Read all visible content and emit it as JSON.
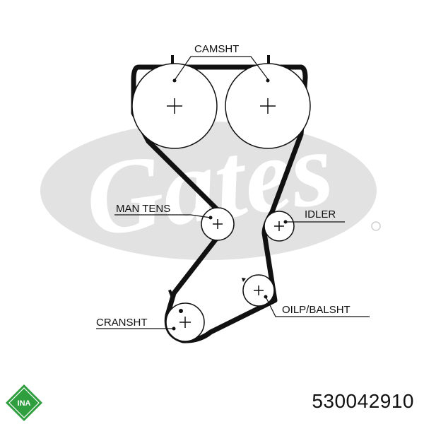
{
  "diagram": {
    "labels": {
      "camshaft": "CAMSHT",
      "manual_tensioner": "MAN TENS",
      "idler": "IDLER",
      "crankshaft": "CRANSHT",
      "oil_pump_balance_shaft": "OILP/BALSHT"
    }
  },
  "watermark": {
    "brand": "Gates"
  },
  "branding": {
    "logo": "INA"
  },
  "part_number": "530042910",
  "colors": {
    "belt": "#111111",
    "watermark": "#dedede",
    "logo_green": "#2e9e3e",
    "text": "#111111"
  }
}
